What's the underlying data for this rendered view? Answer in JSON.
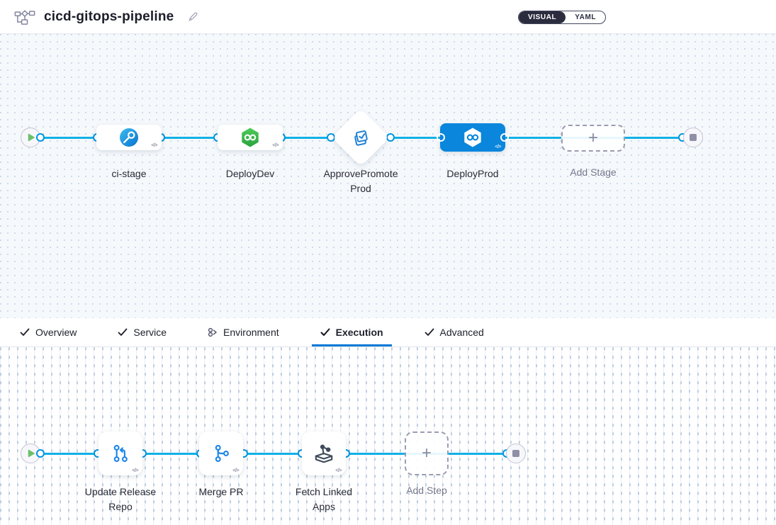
{
  "header": {
    "title": "cicd-gitops-pipeline",
    "icons": {
      "pipeline": "pipeline-graph-icon",
      "edit": "pencil-icon"
    },
    "view_toggle": {
      "visual": "VISUAL",
      "yaml": "YAML",
      "selected": "VISUAL"
    }
  },
  "stage_pipeline": {
    "start_icon": "play-icon",
    "end_icon": "stop-icon",
    "stages": [
      {
        "name": "ci-stage",
        "type": "build",
        "icon": "ci-build-icon",
        "selected": false
      },
      {
        "name": "DeployDev",
        "type": "deployment",
        "icon": "cd-hexagon-infinity-icon",
        "selected": false
      },
      {
        "name": "ApprovePromoteProd",
        "type": "approval",
        "icon": "approval-check-icon",
        "selected": false
      },
      {
        "name": "DeployProd",
        "type": "deployment",
        "icon": "cd-hexagon-infinity-icon",
        "selected": true
      }
    ],
    "add_stage_label": "Add Stage",
    "code_badge": "</>"
  },
  "tabs": [
    {
      "label": "Overview",
      "icon": "check-icon",
      "active": false
    },
    {
      "label": "Service",
      "icon": "check-icon",
      "active": false
    },
    {
      "label": "Environment",
      "icon": "environment-icon",
      "active": false
    },
    {
      "label": "Execution",
      "icon": "check-icon",
      "active": true
    },
    {
      "label": "Advanced",
      "icon": "check-icon",
      "active": false
    }
  ],
  "execution": {
    "start_icon": "play-icon",
    "end_icon": "stop-icon",
    "steps": [
      {
        "name": "Update Release Repo",
        "icon": "git-update-repo-icon"
      },
      {
        "name": "Merge PR",
        "icon": "git-merge-icon"
      },
      {
        "name": "Fetch Linked Apps",
        "icon": "gitops-fetch-apps-icon"
      }
    ],
    "add_step_label": "Add Step",
    "code_badge": "</>"
  },
  "colors": {
    "accent_blue": "#0278d5",
    "selected_node_blue": "#0a86dd",
    "flow_line_cyan": "#12b0e6",
    "connector_ring_blue": "#0096e0",
    "cd_green": "#3fbb4e",
    "play_green": "#6abf69",
    "icon_slate": "#3f4a5a",
    "label_dark": "#2a2b36",
    "label_muted": "#74768c",
    "toggle_dark": "#2b2d3f"
  }
}
